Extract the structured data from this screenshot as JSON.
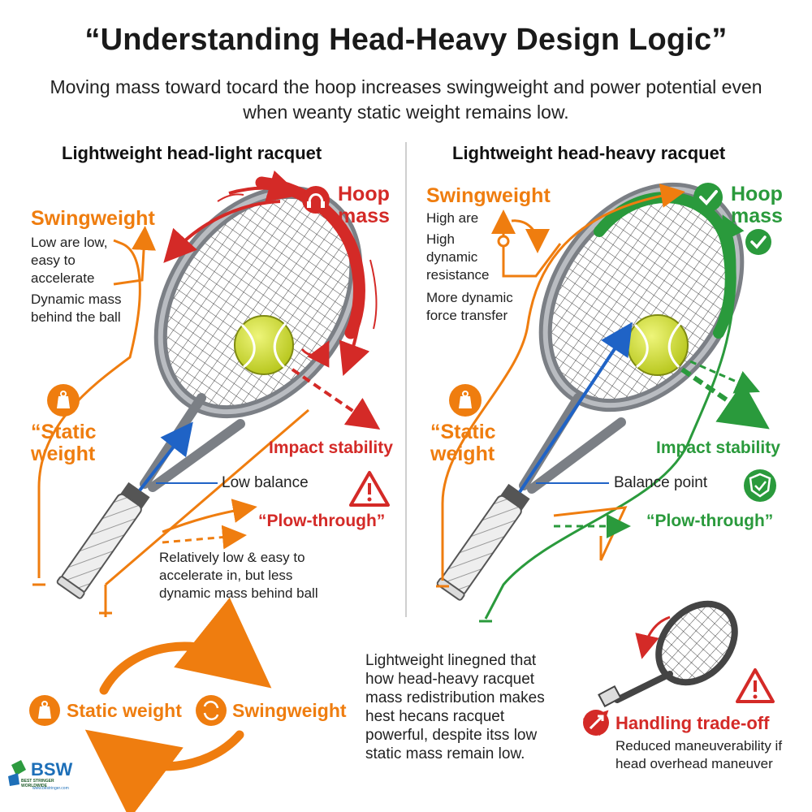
{
  "title": "“Understanding Head-Heavy Design Logic”",
  "subtitle": "Moving mass toward tocard the hoop increases swingweight and power potential even when weanty static weight remains low.",
  "left_panel": {
    "heading": "Lightweight head-light racquet",
    "hoop_label": "Hoop mass",
    "swingweight_label": "Swingweight",
    "swingweight_desc": "Low are low, easy to accelerate",
    "dynamic_desc": "Dynamic mass behind the ball",
    "static_label": "“Static weight",
    "impact_label": "Impact stability",
    "balance_label": "Low balance",
    "plow_label": "“Plow-through”",
    "plow_desc": "Relatively low & easy to accelerate in, but less dynamic mass behind ball"
  },
  "right_panel": {
    "heading": "Lightweight head-heavy racquet",
    "hoop_label": "Hoop mass",
    "swingweight_label": "Swingweight",
    "swingweight_desc1": "High are",
    "swingweight_desc2": "High dynamic resistance",
    "swingweight_desc3": "More dynamic force transfer",
    "static_label": "“Static weight",
    "impact_label": "Impact stability",
    "balance_label": "Balance point",
    "plow_label": "“Plow-through”"
  },
  "bottom": {
    "cycle_static": "Static weight",
    "cycle_swing": "Swingweight",
    "summary": "Lightweight linegned that how head-heavy racquet mass redistribution makes hest hecans racquet powerful, despite itss low static mass remain low.",
    "tradeoff_title": "Handling trade-off",
    "tradeoff_desc": "Reduced maneuverability if head overhead maneuver"
  },
  "logo": {
    "name": "BSW",
    "sub": "BEST STRINGER WORLDWIDE",
    "url": "www.bestringer.com"
  },
  "colors": {
    "orange": "#ef7d0f",
    "red": "#d42a27",
    "green": "#2a9a3c",
    "blue": "#1f63c6",
    "ball": "#d6e33a"
  },
  "icons": [
    "headset-icon",
    "check-circle-icon",
    "weight-icon",
    "warning-icon",
    "shield-check-icon",
    "trade-off-icon",
    "cycle-arrows-icon"
  ]
}
